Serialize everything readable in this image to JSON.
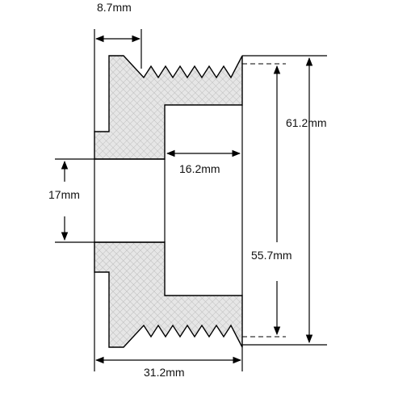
{
  "dimensions": {
    "groove_width": "8.7mm",
    "outer_diameter": "61.2mm",
    "bore_depth": "16.2mm",
    "bore_diameter": "17mm",
    "groove_diameter": "55.7mm",
    "overall_length": "31.2mm"
  }
}
